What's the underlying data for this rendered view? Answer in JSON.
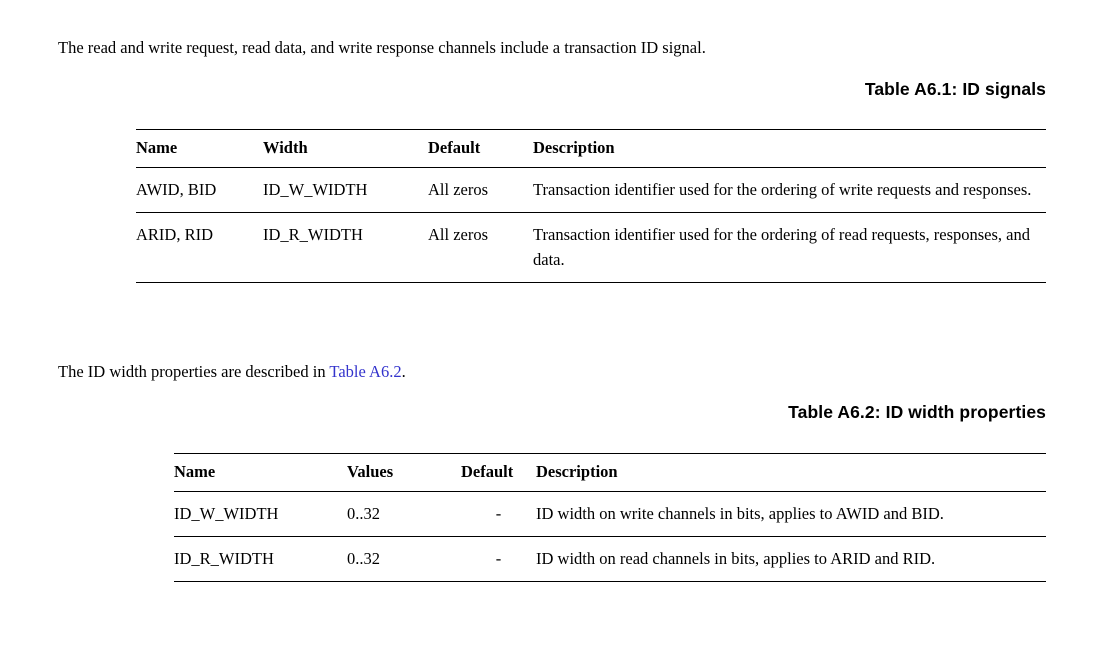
{
  "document": {
    "intro_paragraph": "The read and write request, read data, and write response channels include a transaction ID signal.",
    "reference_paragraph_prefix": "The ID width properties are described in ",
    "reference_link_text": "Table A6.2",
    "reference_paragraph_suffix": ".",
    "link_color": "#3333cc",
    "text_color": "#000000",
    "rule_color": "#000000",
    "background_color": "#ffffff"
  },
  "table_a61": {
    "caption": "Table A6.1: ID signals",
    "columns": [
      "Name",
      "Width",
      "Default",
      "Description"
    ],
    "rows": [
      {
        "name": "AWID, BID",
        "width": "ID_W_WIDTH",
        "default": "All zeros",
        "description": "Transaction identifier used for the ordering of write requests and responses."
      },
      {
        "name": "ARID, RID",
        "width": "ID_R_WIDTH",
        "default": "All zeros",
        "description": "Transaction identifier used for the ordering of read requests, responses, and data."
      }
    ]
  },
  "table_a62": {
    "caption": "Table A6.2: ID width properties",
    "columns": [
      "Name",
      "Values",
      "Default",
      "Description"
    ],
    "rows": [
      {
        "name": "ID_W_WIDTH",
        "values": "0..32",
        "default": "-",
        "description": "ID width on write channels in bits, applies to AWID and BID."
      },
      {
        "name": "ID_R_WIDTH",
        "values": "0..32",
        "default": "-",
        "description": "ID width on read channels in bits, applies to ARID and RID."
      }
    ]
  }
}
